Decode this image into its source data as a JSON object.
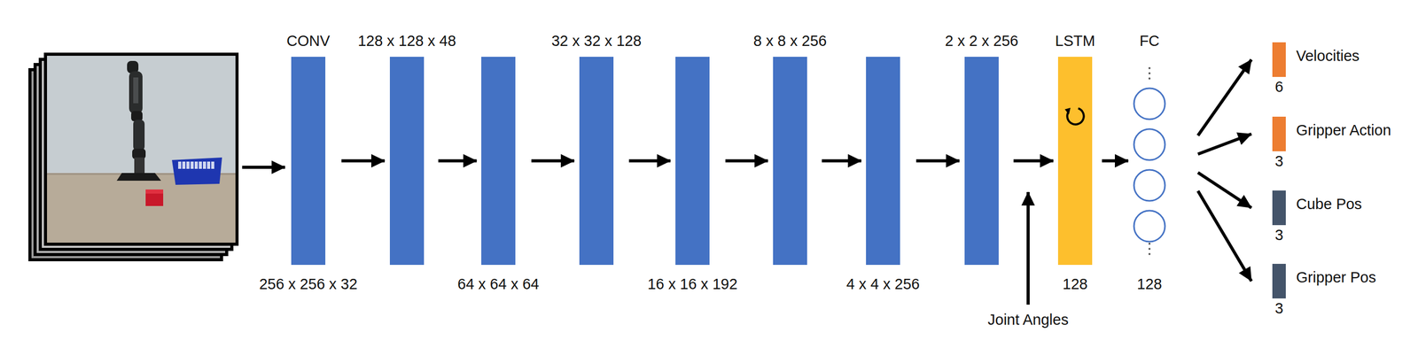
{
  "diagram": {
    "nodes": [
      {
        "text": [
          "CONV",
          "256 x 256 x 32"
        ]
      },
      {
        "text": [
          "128 x 128 x 48"
        ]
      },
      {
        "text": [
          "64 x 64 x 64"
        ]
      },
      {
        "text": [
          "32 x 32 x 128"
        ]
      },
      {
        "text": [
          "16 x 16 x 192"
        ]
      },
      {
        "text": [
          "8 x 8 x 256"
        ]
      },
      {
        "text": [
          "4 x 4 x 256"
        ]
      },
      {
        "text": [
          "2 x 2 x 256"
        ]
      },
      {
        "text": [
          "LSTM",
          "128"
        ]
      },
      {
        "text": [
          "FC",
          "128"
        ]
      },
      {
        "text": [
          "Velocities",
          "6"
        ]
      },
      {
        "text": [
          "Gripper Action",
          "3"
        ]
      },
      {
        "text": [
          "Cube Pos",
          "3"
        ]
      },
      {
        "text": [
          "Gripper Pos",
          "3"
        ]
      }
    ],
    "edges": [
      {
        "from": 0,
        "to": 1,
        "arrow": "to"
      },
      {
        "from": 1,
        "to": 2,
        "arrow": "to"
      },
      {
        "from": 2,
        "to": 3,
        "arrow": "to"
      },
      {
        "from": 3,
        "to": 4,
        "arrow": "to"
      },
      {
        "from": 4,
        "to": 5,
        "arrow": "to"
      },
      {
        "from": 5,
        "to": 6,
        "arrow": "to"
      },
      {
        "from": 6,
        "to": 7,
        "arrow": "to"
      },
      {
        "from": 7,
        "to": 8,
        "arrow": "to"
      },
      {
        "from": 8,
        "to": 9,
        "arrow": "to"
      },
      {
        "from": 9,
        "to": 10,
        "arrow": "to"
      },
      {
        "from": 9,
        "to": 11,
        "arrow": "to"
      },
      {
        "from": 9,
        "to": 12,
        "arrow": "to"
      },
      {
        "from": 9,
        "to": 13,
        "arrow": "to"
      }
    ],
    "labels": [
      "Joint Angles"
    ]
  }
}
